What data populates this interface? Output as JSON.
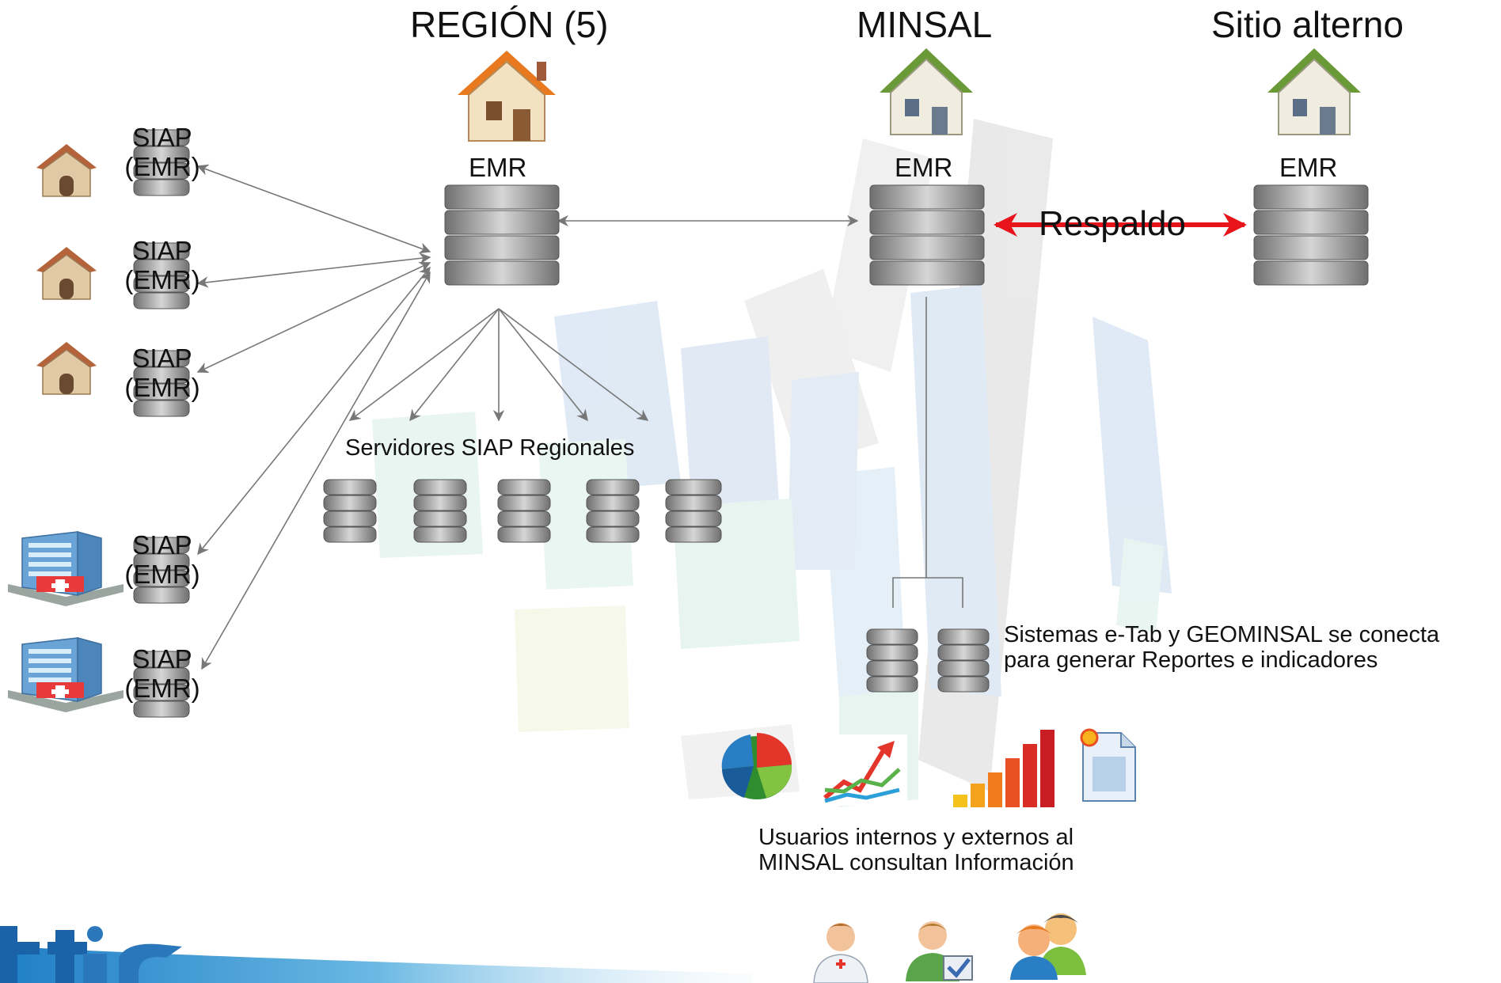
{
  "headers": {
    "region": "REGIÓN (5)",
    "minsal": "MINSAL",
    "alterno": "Sitio alterno"
  },
  "emr_label": "EMR",
  "siap_nodes": [
    {
      "line1": "SIAP",
      "line2": "(EMR)",
      "icon": "house-icon"
    },
    {
      "line1": "SIAP",
      "line2": "(EMR)",
      "icon": "house-icon"
    },
    {
      "line1": "SIAP",
      "line2": "(EMR)",
      "icon": "house-icon"
    },
    {
      "line1": "SIAP",
      "line2": "(EMR)",
      "icon": "hospital-icon"
    },
    {
      "line1": "SIAP",
      "line2": "(EMR)",
      "icon": "hospital-icon"
    }
  ],
  "respaldo": "Respaldo",
  "servidores_label": "Servidores SIAP Regionales",
  "sistemas": {
    "line1": "Sistemas e-Tab y GEOMINSAL se conecta",
    "line2": "para generar  Reportes e indicadores"
  },
  "usuarios": {
    "line1": "Usuarios internos y externos al",
    "line2": "MINSAL consultan Información"
  },
  "report_icons": [
    "pie-chart-icon",
    "trend-chart-icon",
    "bar-chart-icon",
    "document-icon"
  ],
  "user_icons": [
    "doctor-icon",
    "user-check-icon",
    "users-icon"
  ],
  "colors": {
    "arrow": "#777777",
    "respaldo_arrow": "#e8141b",
    "house_orange": "#e8791e",
    "house_green": "#6a9a38"
  }
}
